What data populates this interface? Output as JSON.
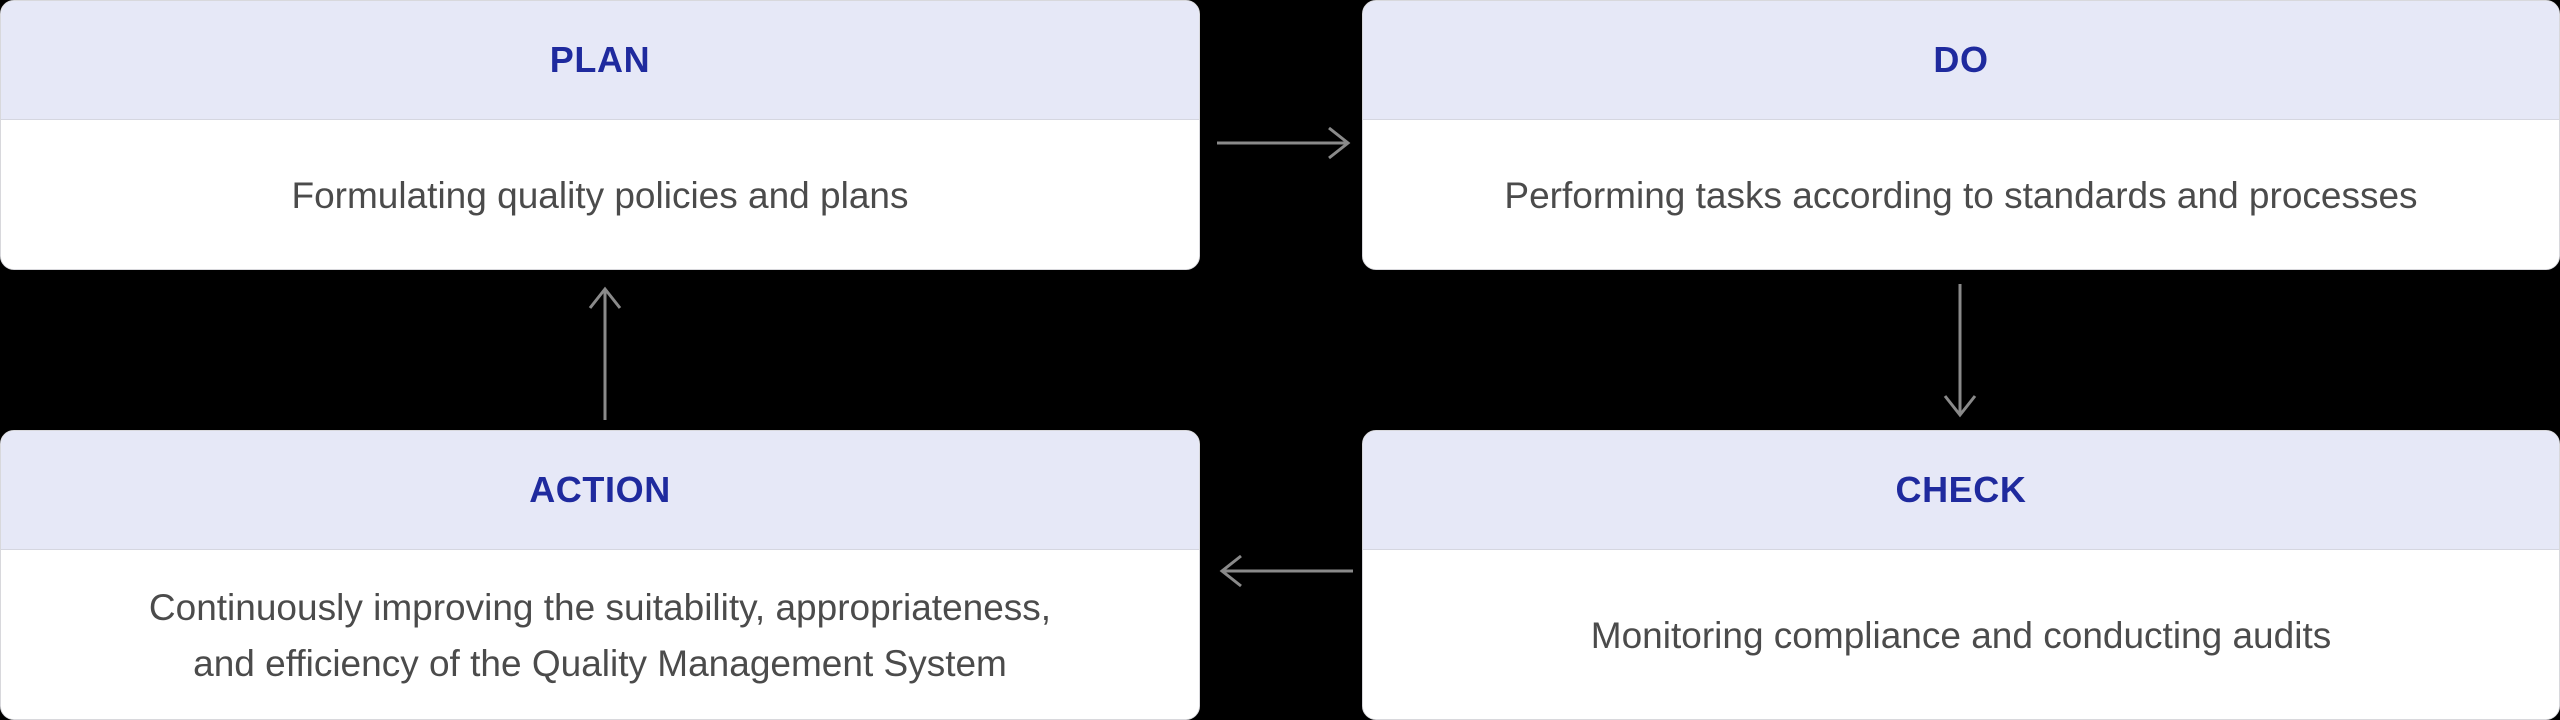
{
  "diagram": {
    "type": "pdca-cycle",
    "accent_color": "#1f2a9e",
    "header_background": "#e6e8f7",
    "body_text_color": "#4b4b4b",
    "arrow_color": "#8a8a8a",
    "background_color": "#000000",
    "cards": [
      {
        "id": "plan",
        "title": "PLAN",
        "body": "Formulating quality policies and plans"
      },
      {
        "id": "do",
        "title": "DO",
        "body": "Performing tasks according to standards and processes"
      },
      {
        "id": "action",
        "title": "ACTION",
        "body_line1": "Continuously improving the suitability, appropriateness,",
        "body_line2": "and efficiency of the Quality Management System"
      },
      {
        "id": "check",
        "title": "CHECK",
        "body": "Monitoring compliance and conducting audits"
      }
    ],
    "arrows": [
      {
        "id": "plan-to-do",
        "direction": "right",
        "from": "PLAN",
        "to": "DO"
      },
      {
        "id": "do-to-check",
        "direction": "down",
        "from": "DO",
        "to": "CHECK"
      },
      {
        "id": "check-to-action",
        "direction": "left",
        "from": "CHECK",
        "to": "ACTION"
      },
      {
        "id": "action-to-plan",
        "direction": "up",
        "from": "ACTION",
        "to": "PLAN"
      }
    ]
  }
}
